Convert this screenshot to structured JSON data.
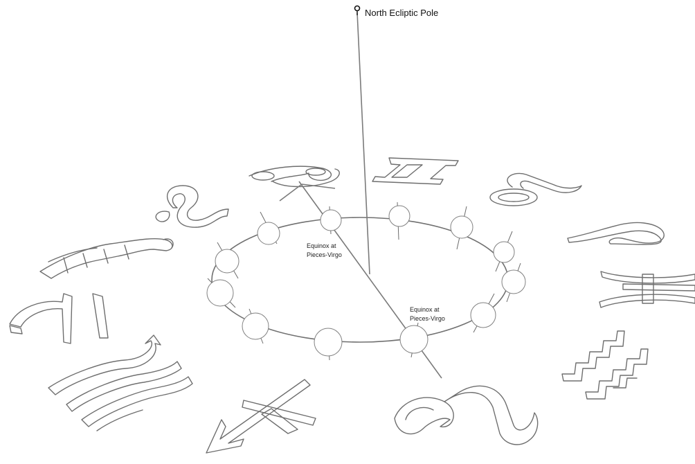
{
  "diagram": {
    "pole_label": "North Ecliptic Pole",
    "equinox_label_top_line1": "Equinox at",
    "equinox_label_top_line2": "Pieces-Virgo",
    "equinox_label_bottom_line1": "Equinox at",
    "equinox_label_bottom_line2": "Pieces-Virgo",
    "zodiac_symbols": [
      "gemini-symbol",
      "taurus-symbol",
      "aries-symbol",
      "pisces-symbol",
      "aquarius-symbol",
      "capricorn-symbol",
      "sagittarius-symbol",
      "scorpio-symbol",
      "libra-symbol",
      "virgo-symbol",
      "leo-symbol",
      "cancer-symbol"
    ],
    "line_color": "#707070",
    "sphere_count": 12
  }
}
